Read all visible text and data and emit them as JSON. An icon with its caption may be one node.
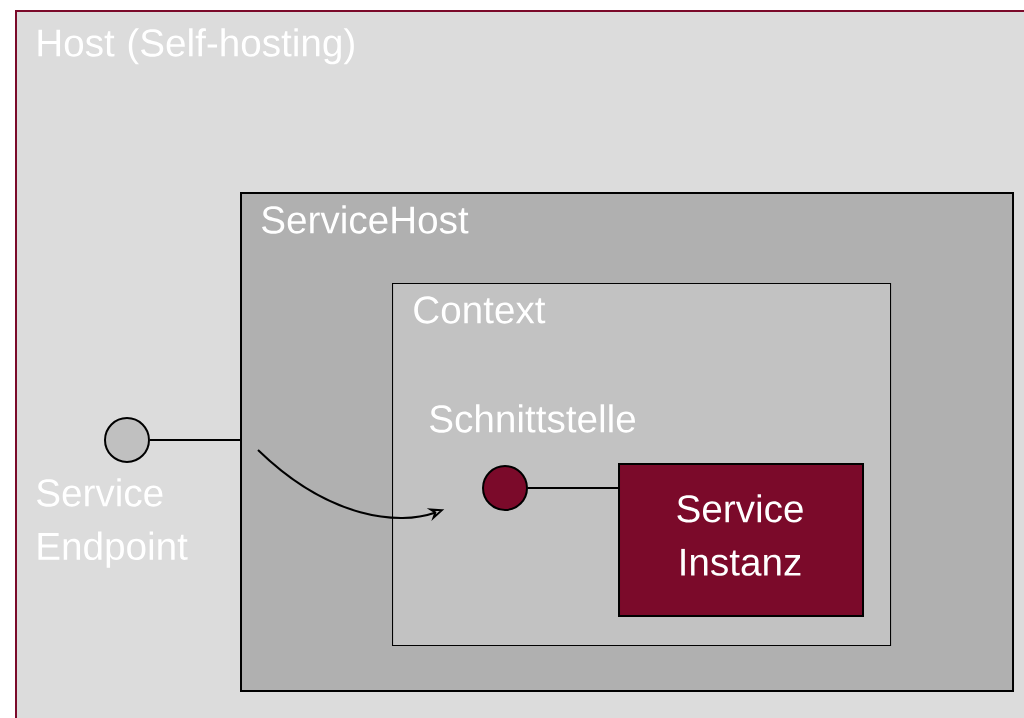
{
  "diagram": {
    "nodes": [
      {
        "text": [
          "Host (Self-hosting)"
        ]
      },
      {
        "text": [
          "ServiceHost"
        ],
        "in": 0
      },
      {
        "text": [
          "Context"
        ],
        "in": 1
      },
      {
        "text": [
          "Service Endpoint"
        ],
        "in": 0
      },
      {
        "text": [
          "Schnittstelle"
        ],
        "in": 2
      },
      {
        "text": [
          "Service Instanz"
        ],
        "in": 2
      }
    ],
    "edges": [
      {
        "from": 3,
        "to": 1,
        "arrow": "none"
      },
      {
        "from": 4,
        "to": 5,
        "arrow": "none"
      },
      {
        "from": null,
        "to": 4,
        "arrow": "to"
      }
    ]
  }
}
